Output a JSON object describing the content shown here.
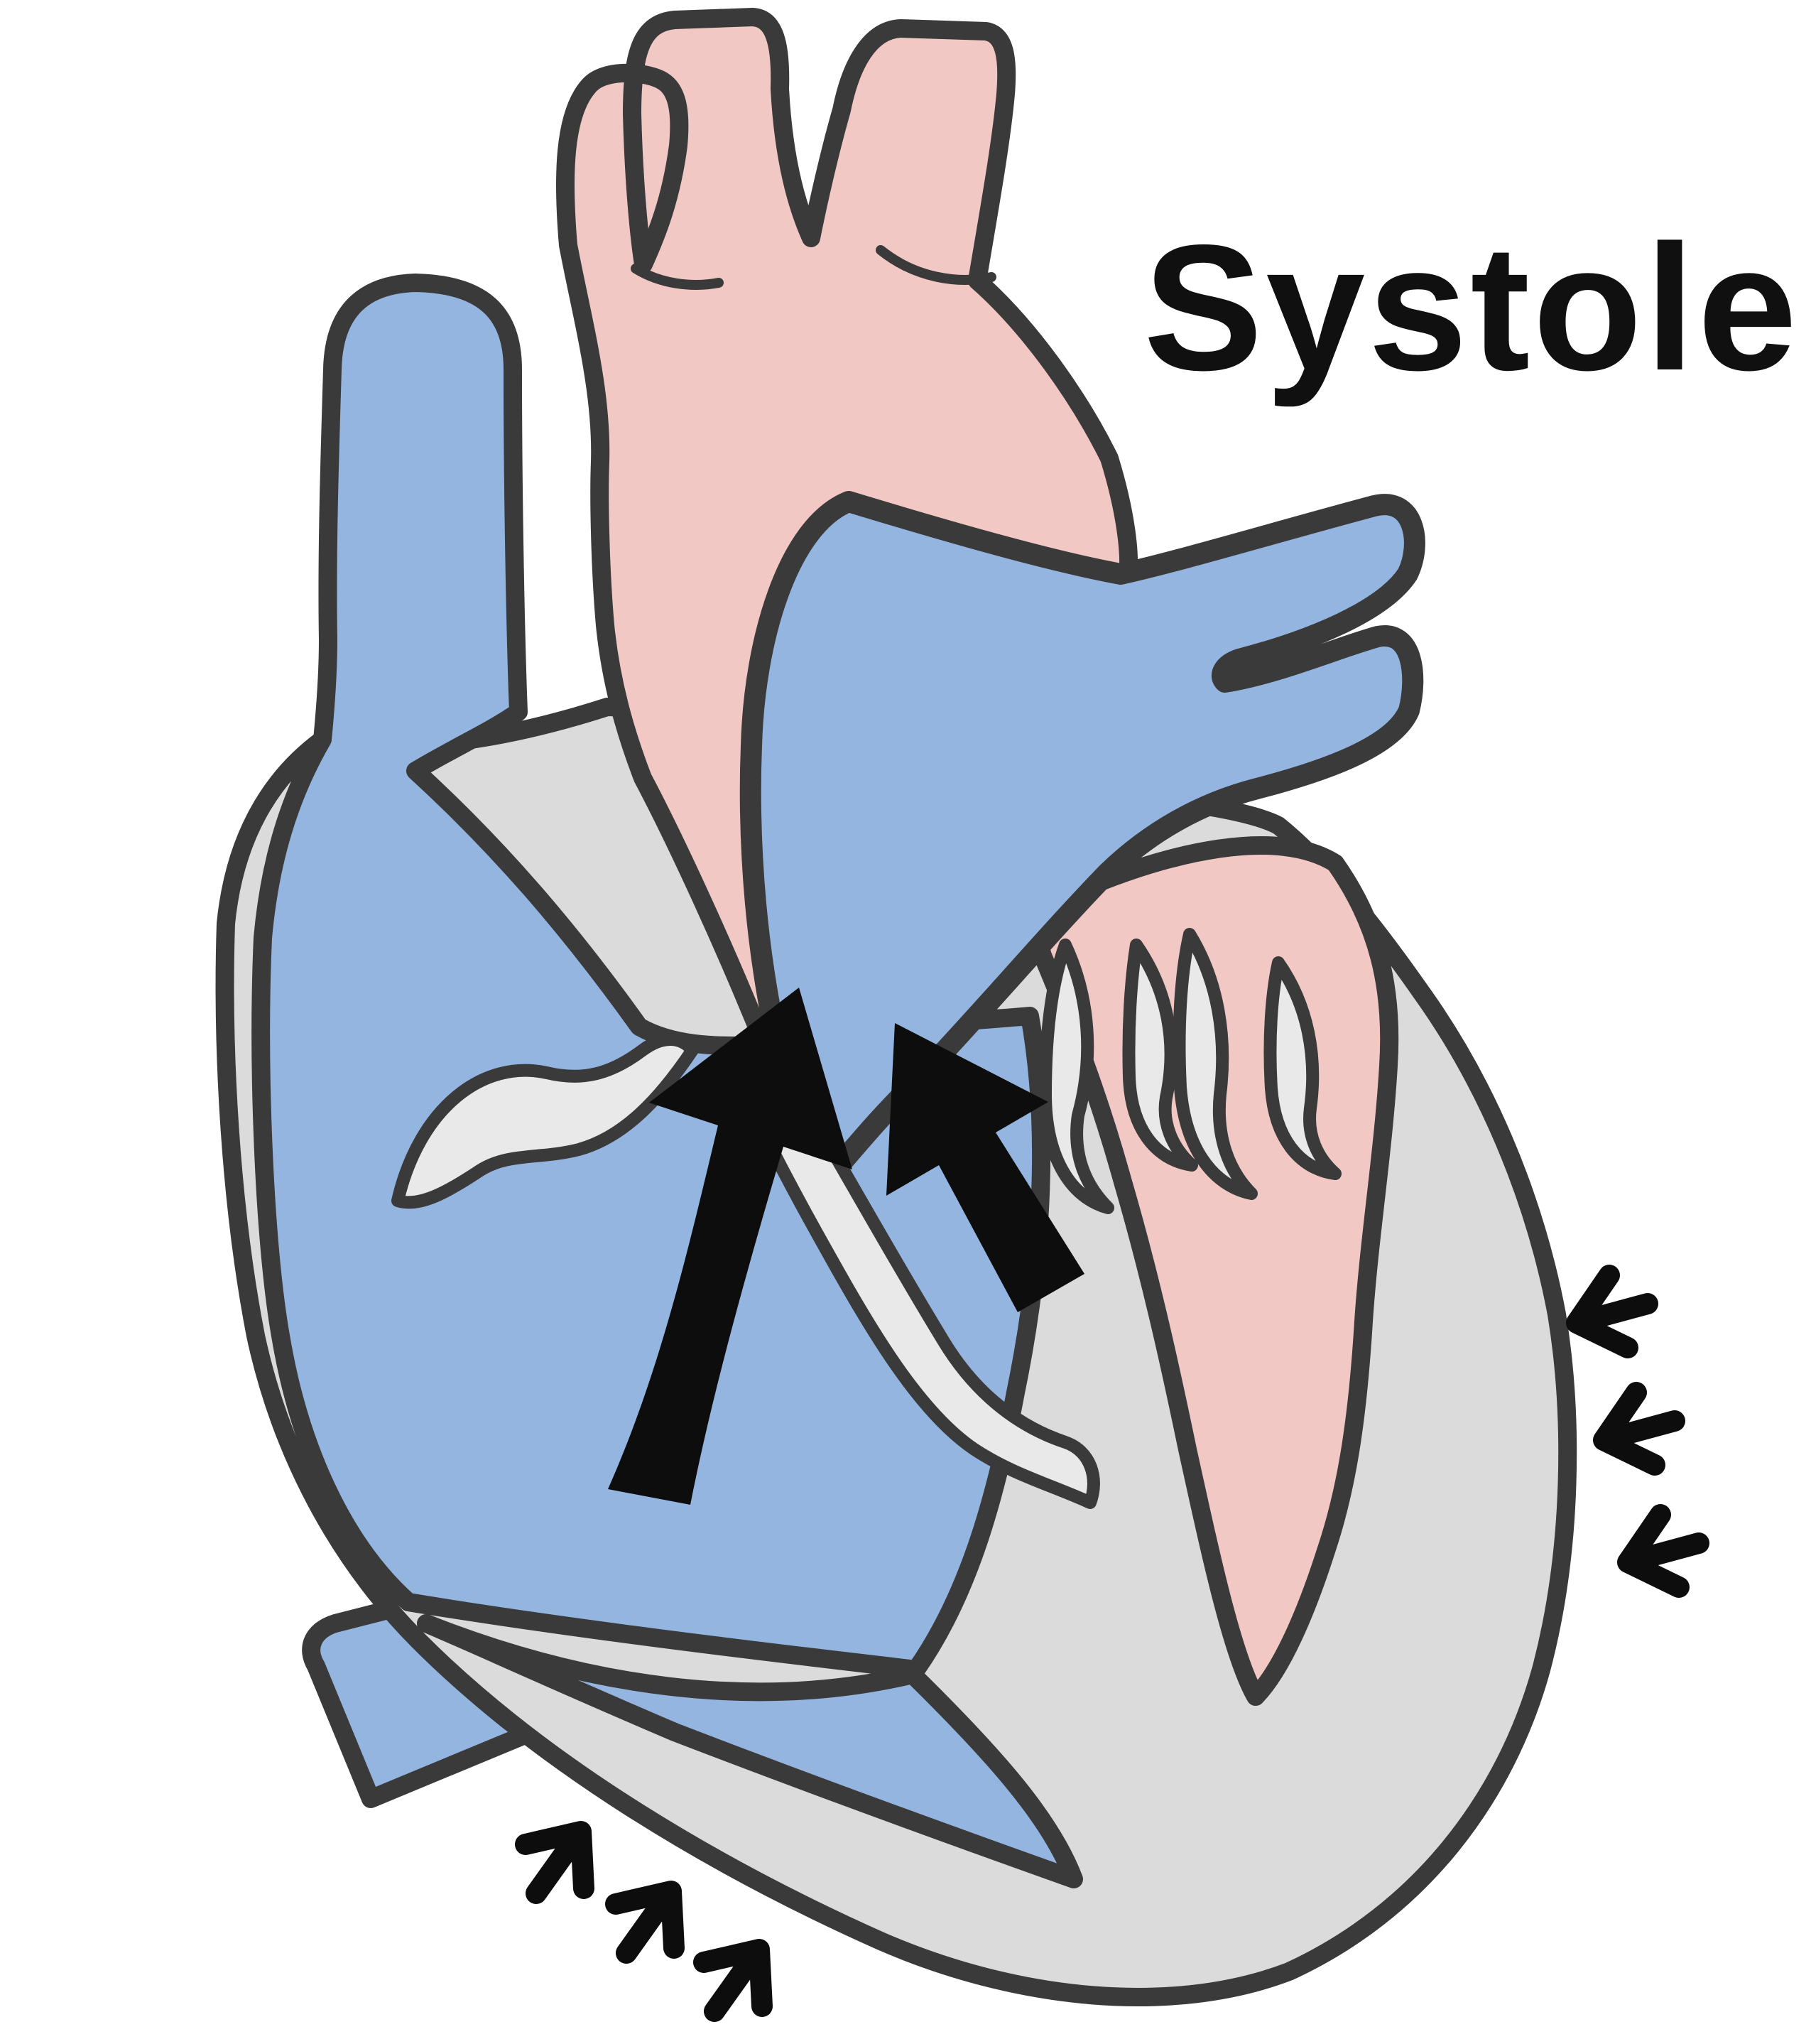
{
  "title": "Systole",
  "colors": {
    "background": "#FFFFFF",
    "outline": "#3A3A3A",
    "oxygenated_pink": "#F1C8C4",
    "deoxygenated_blue": "#94B5DF",
    "heart_wall_gray": "#DBDBDB",
    "valve_gray": "#E9E9E9",
    "arrow_black": "#0D0D0D",
    "title_black": "#101010"
  },
  "annotations": {
    "ejection_arrow_count": 2,
    "right_wall_compression_arrow_count": 3,
    "bottom_wall_compression_arrow_count": 3
  }
}
